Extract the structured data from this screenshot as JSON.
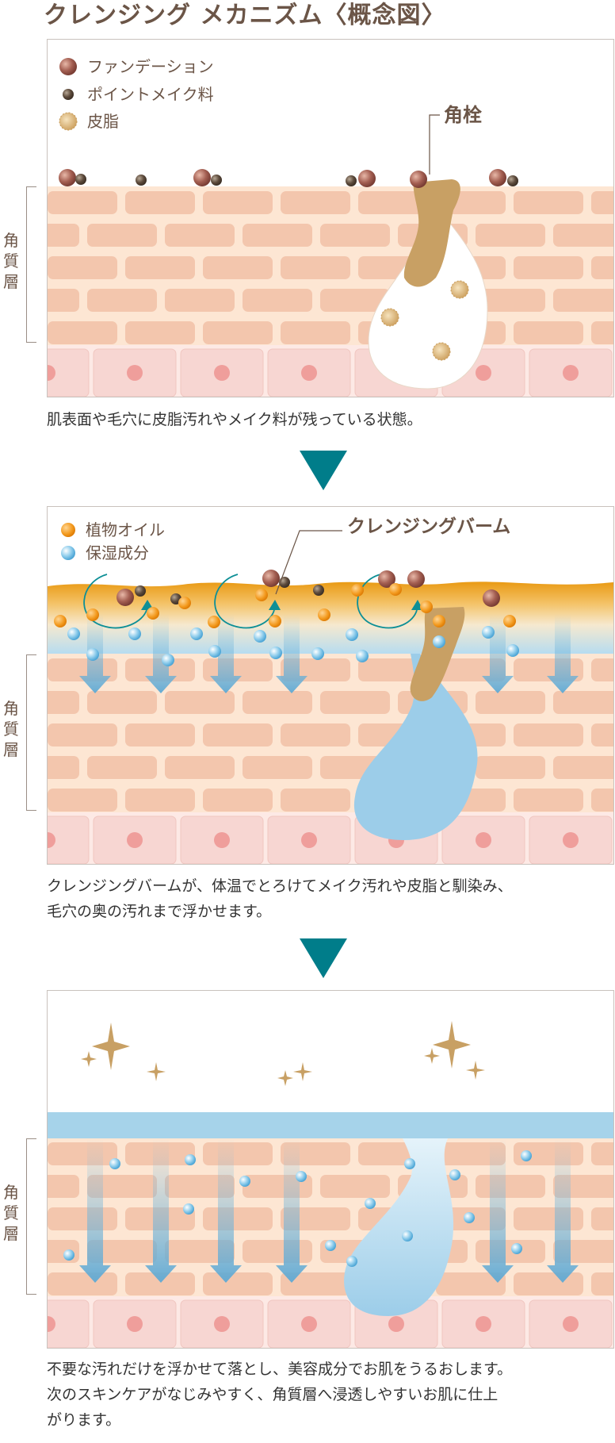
{
  "title": "クレンジング メカニズム〈概念図〉",
  "side_label": [
    "角",
    "質",
    "層"
  ],
  "panel1": {
    "legend": [
      {
        "label": "ファンデーション",
        "icon": "foundation-particle-icon",
        "color": "#9a5a4e"
      },
      {
        "label": "ポイントメイク料",
        "icon": "point-makeup-particle-icon",
        "color": "#5a4a3c"
      },
      {
        "label": "皮脂",
        "icon": "sebum-particle-icon",
        "color": "#d8b57a"
      }
    ],
    "callout": "角栓",
    "caption": "肌表面や毛穴に皮脂汚れやメイク料が残っている状態。"
  },
  "panel2": {
    "legend": [
      {
        "label": "植物オイル",
        "icon": "plant-oil-particle-icon",
        "color": "#f39a1e"
      },
      {
        "label": "保湿成分",
        "icon": "moisturizing-particle-icon",
        "color": "#7ec4e6"
      }
    ],
    "callout": "クレンジングバーム",
    "caption_lines": [
      "クレンジングバームが、体温でとろけてメイク汚れや皮脂と馴染み、",
      "毛穴の奥の汚れまで浮かせます。"
    ]
  },
  "panel3": {
    "caption_lines": [
      "不要な汚れだけを浮かせて落とし、美容成分でお肌をうるおします。",
      "次のスキンケアがなじみやすく、角質層へ浸透しやすいお肌に仕上",
      "がります。"
    ]
  },
  "colors": {
    "skin_base": "#fde6d3",
    "brick": "#f3c6ad",
    "cell": "#f7d6d2",
    "nucleus": "#ef9e9b",
    "arrow": "#007d8a",
    "plug": "#c8a064",
    "balm": "#a9d4ec",
    "text_brown": "#6b5547"
  }
}
